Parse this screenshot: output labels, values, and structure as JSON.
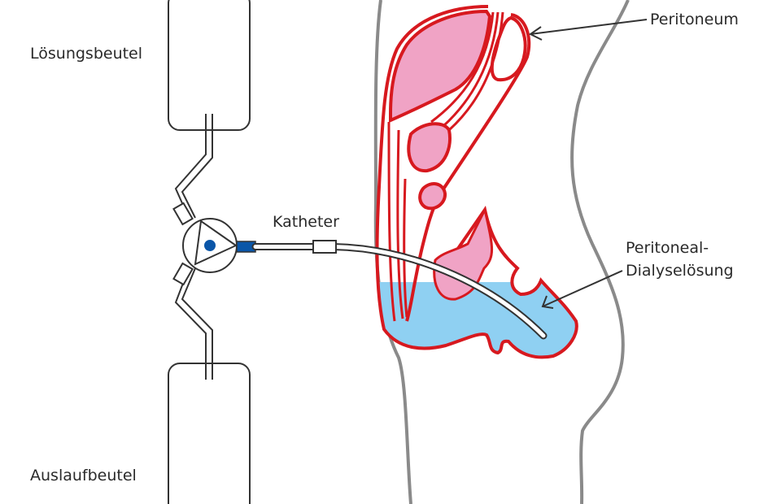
{
  "labels": {
    "solution_bag": "Lösungsbeutel",
    "drain_bag": "Auslaufbeutel",
    "catheter": "Katheter",
    "peritoneum": "Peritoneum",
    "dialysate_line1": "Peritoneal-",
    "dialysate_line2": "Dialyselösung"
  },
  "colors": {
    "organ_outline": "#d7191f",
    "organ_fill": "#f0a3c5",
    "dialysate": "#8fd0f2",
    "body_outline": "#8a8a8a",
    "connector": "#0a56a8"
  }
}
